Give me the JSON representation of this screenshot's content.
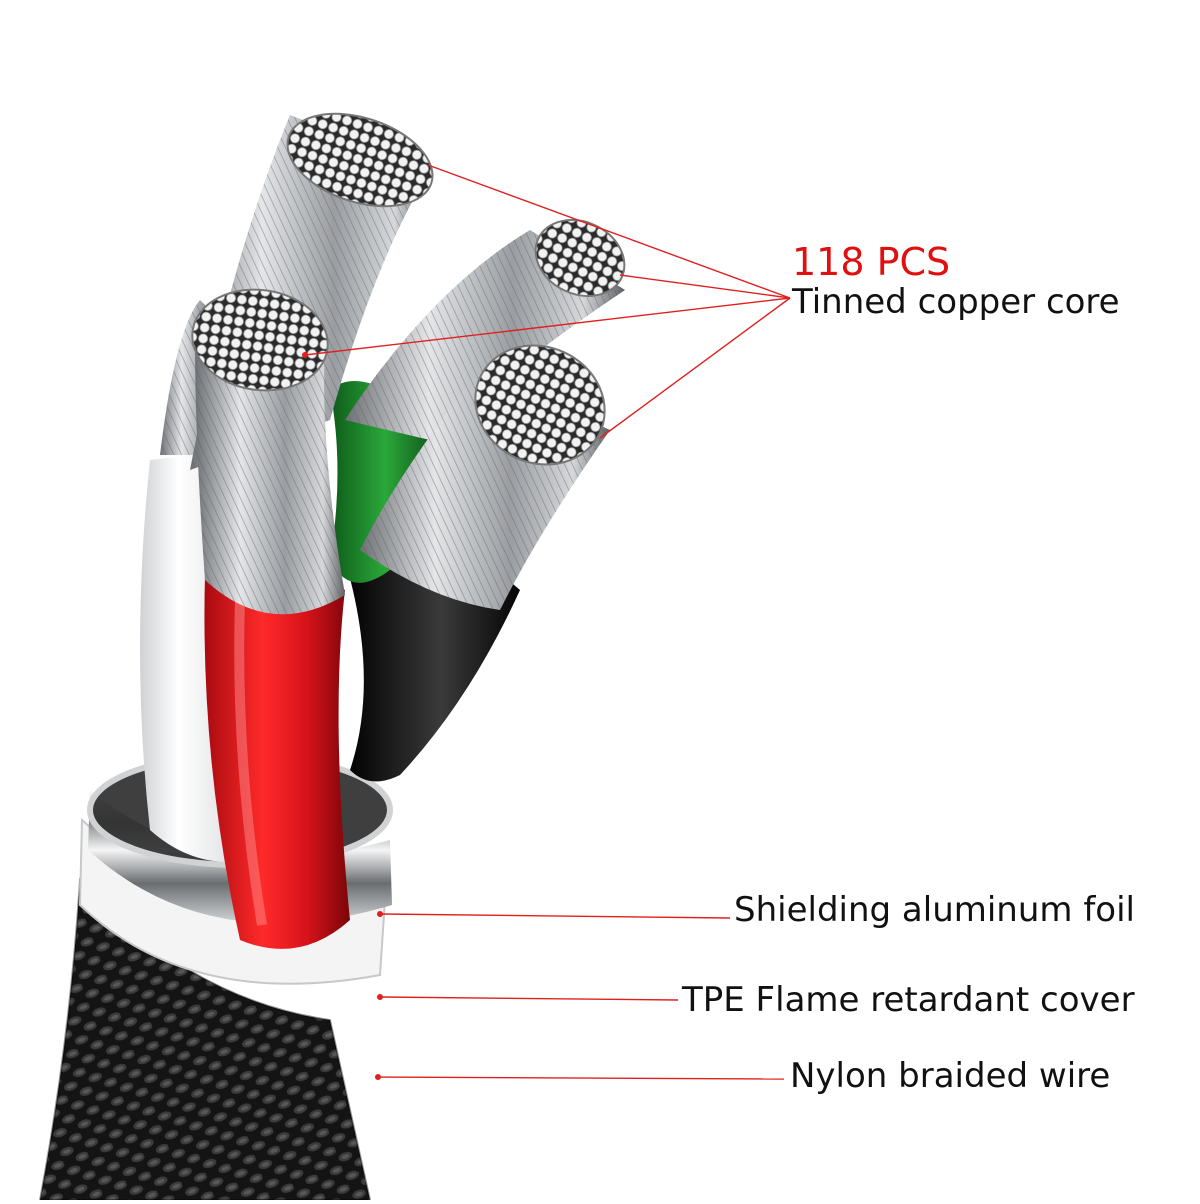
{
  "annotations": {
    "core_count": "118 PCS",
    "core_type": "Tinned copper core",
    "foil": "Shielding aluminum foil",
    "cover": "TPE Flame retardant cover",
    "braid": "Nylon braided wire"
  },
  "colors": {
    "leader_line": "#e02020",
    "count_text": "#e01010",
    "label_text": "#111111",
    "red_wire": "#d8121a",
    "green_wire": "#1f8a2c",
    "black_wire": "#1a1a1a",
    "white_wire": "#eeeeee",
    "braid": "#1c1c1c",
    "strand": "#b9bcc0"
  }
}
